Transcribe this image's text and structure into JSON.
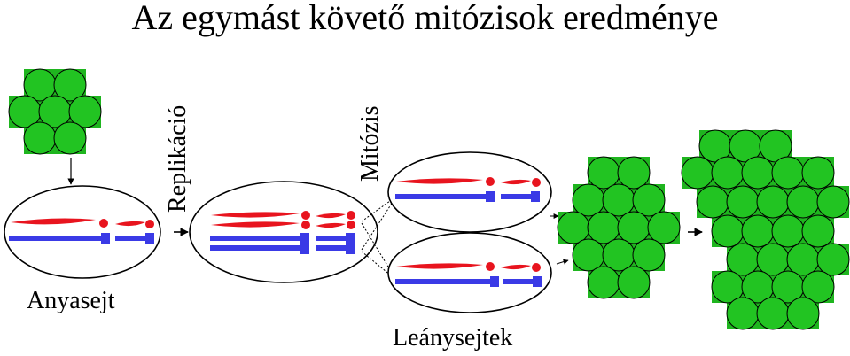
{
  "title": "Az egymást követő mitózisok eredménye",
  "labels": {
    "mother_cell": "Anyasejt",
    "replication": "Replikáció",
    "mitosis": "Mitózis",
    "daughter_cells": "Leánysejtek"
  },
  "colors": {
    "cell_fill": "#22c422",
    "cell_bg": "#1fb51f",
    "chromatid_red": "#e8141e",
    "chromatid_blue": "#3a3ae6",
    "outline": "#000000"
  }
}
